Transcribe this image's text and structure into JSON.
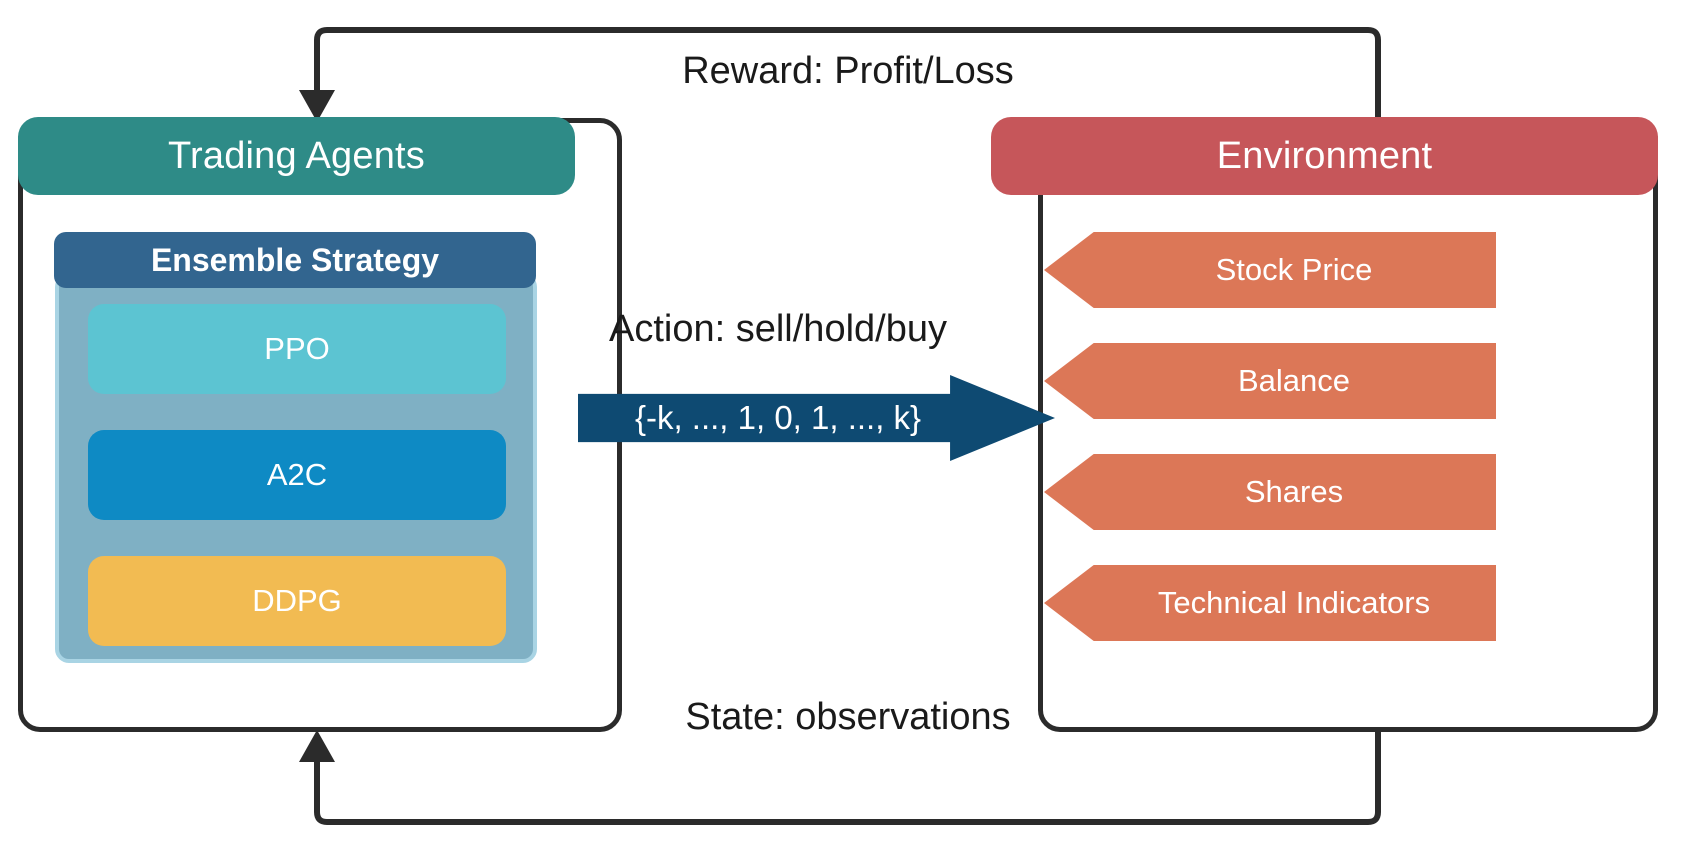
{
  "diagram": {
    "title_implicit": "Deep Reinforcement Learning Stock Trading Loop",
    "agents": {
      "header": "Trading Agents",
      "ensemble": {
        "header": "Ensemble Strategy",
        "algorithms": [
          {
            "label": "PPO",
            "color": "#5cc4d2"
          },
          {
            "label": "A2C",
            "color": "#0e8ac4"
          },
          {
            "label": "DDPG",
            "color": "#f2bb52"
          }
        ],
        "group_color": "#7fb0c4",
        "header_color": "#32658f"
      },
      "header_color": "#2e8b87"
    },
    "environment": {
      "header": "Environment",
      "header_color": "#c6565a",
      "item_color": "#dc7757",
      "items": [
        {
          "label": "Stock Price"
        },
        {
          "label": "Balance"
        },
        {
          "label": "Shares"
        },
        {
          "label": "Technical Indicators"
        }
      ]
    },
    "edges": {
      "reward": {
        "label": "Reward: Profit/Loss",
        "direction": "environment-to-agents"
      },
      "action": {
        "label": "Action: sell/hold/buy",
        "value_set": "{-k, ..., 1, 0, 1, ..., k}",
        "color": "#0e4a72",
        "direction": "agents-to-environment"
      },
      "state": {
        "label": "State: observations",
        "direction": "environment-to-agents"
      }
    },
    "stroke_color": "#2b2b2b"
  }
}
